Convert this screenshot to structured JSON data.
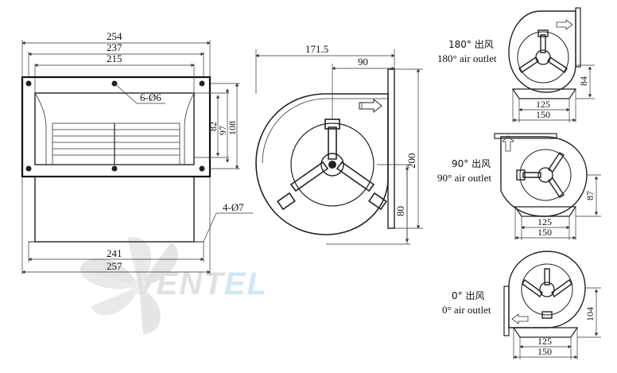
{
  "front_view": {
    "dims": {
      "top_outer": "254",
      "top_mid": "237",
      "top_inner": "215",
      "holes_6": "6-Ø6",
      "holes_4": "4-Ø7",
      "right_1": "82",
      "right_2": "97",
      "right_3": "108",
      "bottom_inner": "241",
      "bottom_outer": "257"
    }
  },
  "side_view": {
    "dims": {
      "width": "171.5",
      "half": "90",
      "height": "200",
      "lower": "80"
    }
  },
  "variants": [
    {
      "caption_cn": "180° 出风",
      "caption_en": "180° air outlet",
      "dim_height": "84",
      "dim_inner": "125",
      "dim_outer": "150"
    },
    {
      "caption_cn": "90° 出风",
      "caption_en": "90° air outlet",
      "dim_height": "87",
      "dim_inner": "125",
      "dim_outer": "150"
    },
    {
      "caption_cn": "0° 出风",
      "caption_en": "0° air outlet",
      "dim_height": "104",
      "dim_inner": "125",
      "dim_outer": "150"
    }
  ],
  "watermark": {
    "brand_a": "VENT",
    "brand_b": "EL",
    "color_a": "#c9c9c9",
    "color_b": "#aad4ef"
  }
}
